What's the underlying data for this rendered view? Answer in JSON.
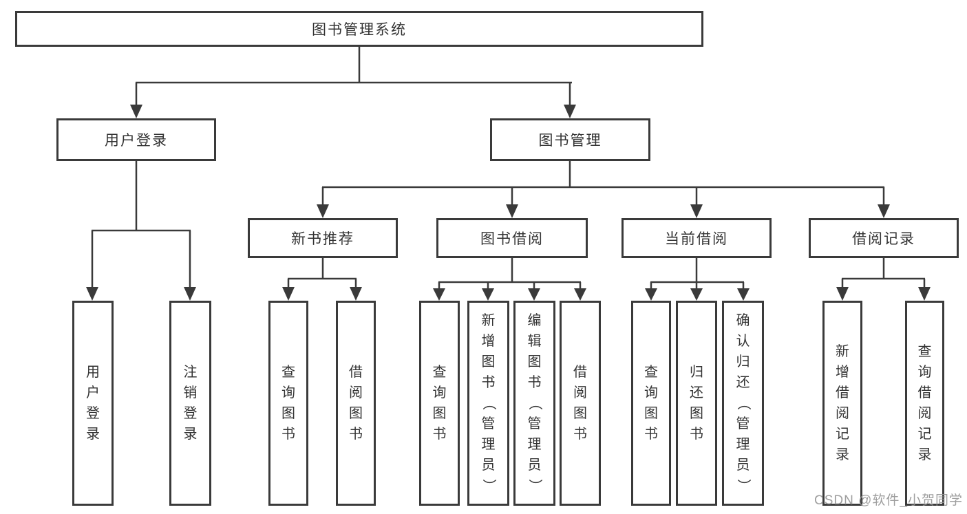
{
  "diagram": {
    "type": "tree",
    "colors": {
      "line": "#3a3a3a",
      "box_border": "#3a3a3a",
      "text": "#333333",
      "background": "#ffffff",
      "watermark": "#949494"
    },
    "watermark": "CSDN @软件_小贺同学",
    "nodes": {
      "root": {
        "label": "图书管理系统"
      },
      "user_login": {
        "label": "用户登录"
      },
      "book_mgmt": {
        "label": "图书管理"
      },
      "new_book_rec": {
        "label": "新书推荐"
      },
      "book_borrow": {
        "label": "图书借阅"
      },
      "current_borrow": {
        "label": "当前借阅"
      },
      "borrow_records": {
        "label": "借阅记录"
      },
      "leaf_user_login": {
        "label": "用户登录"
      },
      "leaf_logout": {
        "label": "注销登录"
      },
      "leaf_query_books_1": {
        "label": "查询图书"
      },
      "leaf_borrow_books_1": {
        "label": "借阅图书"
      },
      "leaf_query_books_2": {
        "label": "查询图书"
      },
      "leaf_add_books": {
        "label": "新增图书（管理员）"
      },
      "leaf_edit_books": {
        "label": "编辑图书（管理员）"
      },
      "leaf_borrow_books_2": {
        "label": "借阅图书"
      },
      "leaf_query_books_3": {
        "label": "查询图书"
      },
      "leaf_return_books": {
        "label": "归还图书"
      },
      "leaf_confirm_return": {
        "label": "确认归还（管理员）"
      },
      "leaf_add_borrow_record": {
        "label": "新增借阅记录"
      },
      "leaf_query_borrow_record": {
        "label": "查询借阅记录"
      }
    },
    "hierarchy": {
      "图书管理系统": [
        "用户登录",
        "图书管理"
      ],
      "用户登录": [
        "用户登录",
        "注销登录"
      ],
      "图书管理": [
        "新书推荐",
        "图书借阅",
        "当前借阅",
        "借阅记录"
      ],
      "新书推荐": [
        "查询图书",
        "借阅图书"
      ],
      "图书借阅": [
        "查询图书",
        "新增图书（管理员）",
        "编辑图书（管理员）",
        "借阅图书"
      ],
      "当前借阅": [
        "查询图书",
        "归还图书",
        "确认归还（管理员）"
      ],
      "借阅记录": [
        "新增借阅记录",
        "查询借阅记录"
      ]
    }
  }
}
